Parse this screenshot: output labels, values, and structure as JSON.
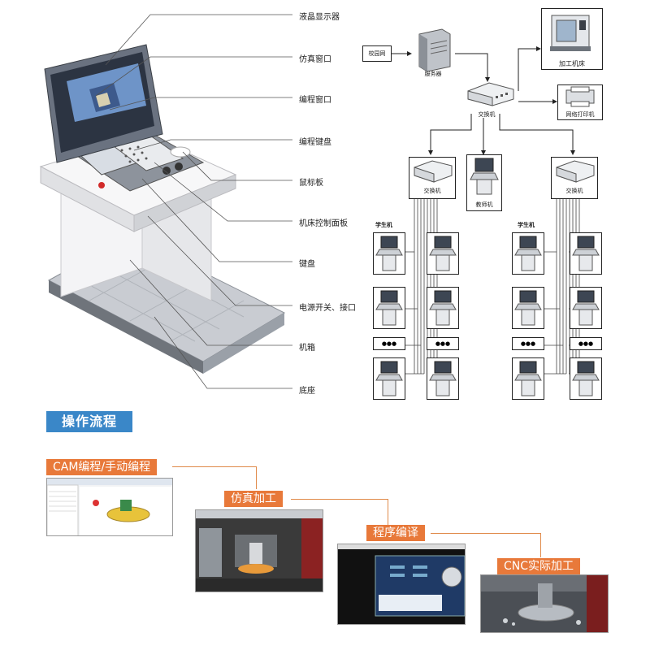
{
  "machine_callouts": [
    "液晶显示器",
    "仿真窗口",
    "编程窗口",
    "编程键盘",
    "鼠标板",
    "机床控制面板",
    "键盘",
    "电源开关、接口",
    "机箱",
    "底座"
  ],
  "network": {
    "campus_net": "校园网",
    "server": "服务器",
    "machine_tool": "加工机床",
    "switch": "交换机",
    "printer": "网络打印机",
    "teacher": "教师机",
    "student_left": "学生机",
    "student_right": "学生机",
    "ellipsis": "●●●"
  },
  "workflow": {
    "title": "操作流程",
    "steps": [
      "CAM编程/手动编程",
      "仿真加工",
      "程序编译",
      "CNC实际加工"
    ]
  },
  "colors": {
    "accent_blue": "#3a87c8",
    "step_orange": "#e8793a"
  }
}
